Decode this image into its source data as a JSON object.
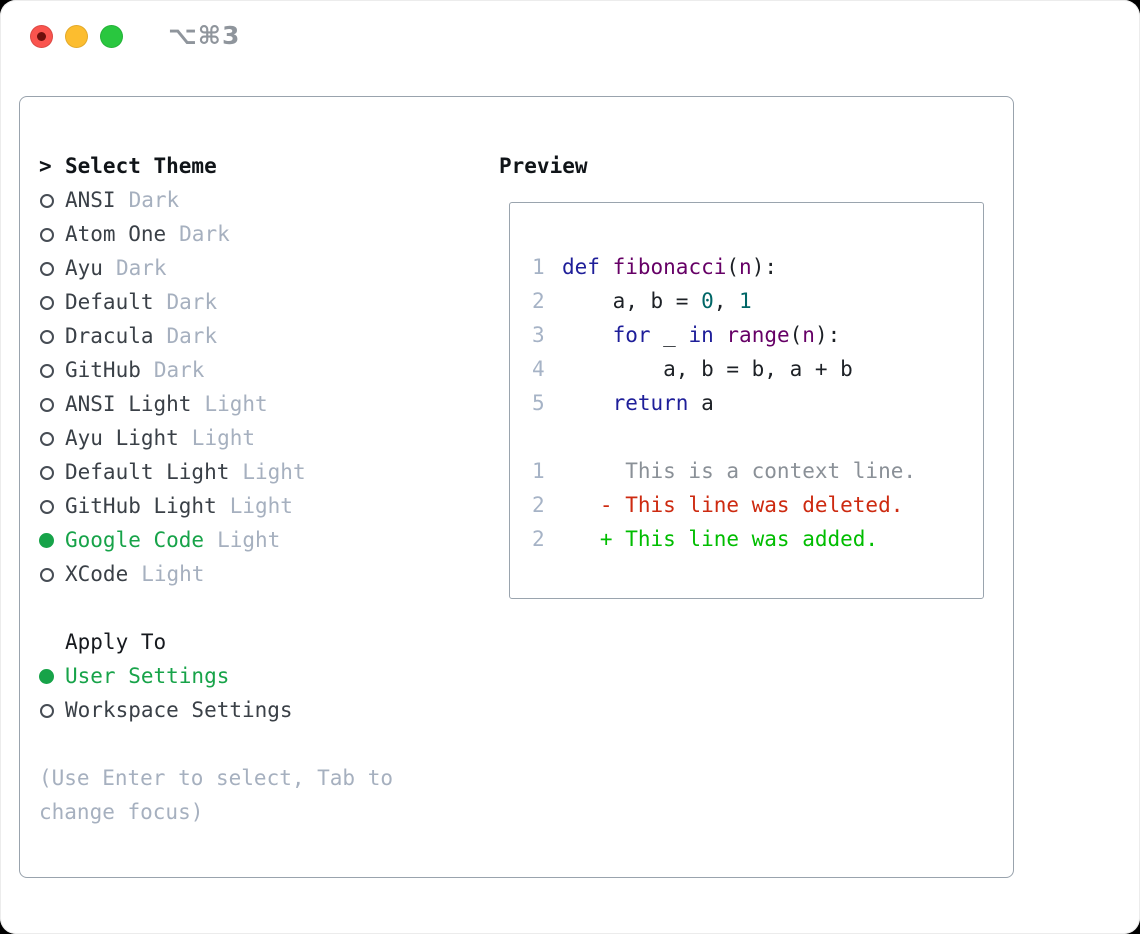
{
  "window": {
    "title": "⌥⌘3"
  },
  "colors": {
    "selected_green": "#17a349",
    "added_green": "#00bd00",
    "deleted_red": "#cd2a10",
    "context_gray": "#8a9097",
    "muted_gray": "#a6b0bf",
    "keyword_blue": "#1e1e99",
    "type_purple": "#660066",
    "literal_teal": "#006666",
    "text_dark": "#3a4047",
    "panel_border": "#99a3ad"
  },
  "theme_picker": {
    "header_prefix": ">",
    "header_label": "Select Theme",
    "items": [
      {
        "name": "ANSI",
        "variant": "Dark",
        "selected": false
      },
      {
        "name": "Atom One",
        "variant": "Dark",
        "selected": false
      },
      {
        "name": "Ayu",
        "variant": "Dark",
        "selected": false
      },
      {
        "name": "Default",
        "variant": "Dark",
        "selected": false
      },
      {
        "name": "Dracula",
        "variant": "Dark",
        "selected": false
      },
      {
        "name": "GitHub",
        "variant": "Dark",
        "selected": false
      },
      {
        "name": "ANSI Light",
        "variant": "Light",
        "selected": false
      },
      {
        "name": "Ayu Light",
        "variant": "Light",
        "selected": false
      },
      {
        "name": "Default Light",
        "variant": "Light",
        "selected": false
      },
      {
        "name": "GitHub Light",
        "variant": "Light",
        "selected": false
      },
      {
        "name": "Google Code",
        "variant": "Light",
        "selected": true
      },
      {
        "name": "XCode",
        "variant": "Light",
        "selected": false
      }
    ],
    "apply_to_label": "Apply To",
    "apply_to_options": [
      {
        "label": "User Settings",
        "selected": true
      },
      {
        "label": "Workspace Settings",
        "selected": false
      }
    ],
    "help_lines": [
      "(Use Enter to select, Tab to",
      "change focus)"
    ]
  },
  "preview": {
    "label": "Preview",
    "code_lines": [
      {
        "num": "1",
        "tokens": [
          [
            "def",
            "kwd"
          ],
          [
            " ",
            "pln"
          ],
          [
            "fibonacci",
            "typ"
          ],
          [
            "(",
            "pln"
          ],
          [
            "n",
            "typ"
          ],
          [
            "):",
            "pln"
          ]
        ]
      },
      {
        "num": "2",
        "tokens": [
          [
            "    a, b = ",
            "pln"
          ],
          [
            "0",
            "lit"
          ],
          [
            ", ",
            "pln"
          ],
          [
            "1",
            "lit"
          ]
        ]
      },
      {
        "num": "3",
        "tokens": [
          [
            "    ",
            "pln"
          ],
          [
            "for",
            "kwd"
          ],
          [
            " _ ",
            "pln"
          ],
          [
            "in",
            "kwd"
          ],
          [
            " ",
            "pln"
          ],
          [
            "range",
            "typ"
          ],
          [
            "(",
            "pln"
          ],
          [
            "n",
            "typ"
          ],
          [
            "):",
            "pln"
          ]
        ]
      },
      {
        "num": "4",
        "tokens": [
          [
            "        a, b = b, a + b",
            "pln"
          ]
        ]
      },
      {
        "num": "5",
        "tokens": [
          [
            "    ",
            "pln"
          ],
          [
            "return",
            "kwd"
          ],
          [
            " a",
            "pln"
          ]
        ]
      }
    ],
    "diff_lines": [
      {
        "num": "1",
        "marker": "",
        "text": "This is a context line.",
        "kind": "context"
      },
      {
        "num": "2",
        "marker": "-",
        "text": "This line was deleted.",
        "kind": "deleted"
      },
      {
        "num": "2",
        "marker": "+",
        "text": "This line was added.",
        "kind": "added"
      }
    ]
  }
}
